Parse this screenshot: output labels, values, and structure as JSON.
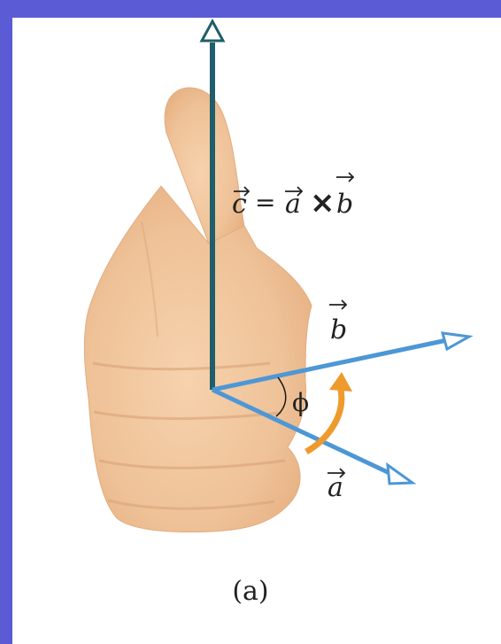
{
  "figure": {
    "background_color": "#5b5bd6",
    "panel_color": "#ffffff",
    "hand_color": "#f0c69c",
    "vector_color": "#4d97d6",
    "c_vector_color": "#1f5e6a",
    "rotation_arrow_color": "#ee9a2c",
    "labels": {
      "c_equation": "c = a × b",
      "c_eq_c": "c",
      "c_eq_equals": "=",
      "c_eq_a": "a",
      "c_eq_cross": "×",
      "c_eq_b": "b",
      "vector_b": "b",
      "vector_a": "a",
      "angle": "ϕ",
      "caption": "(a)"
    },
    "icons": {
      "hand": "thumbs-up-hand-icon",
      "rotation": "curved-arrow-icon"
    }
  }
}
